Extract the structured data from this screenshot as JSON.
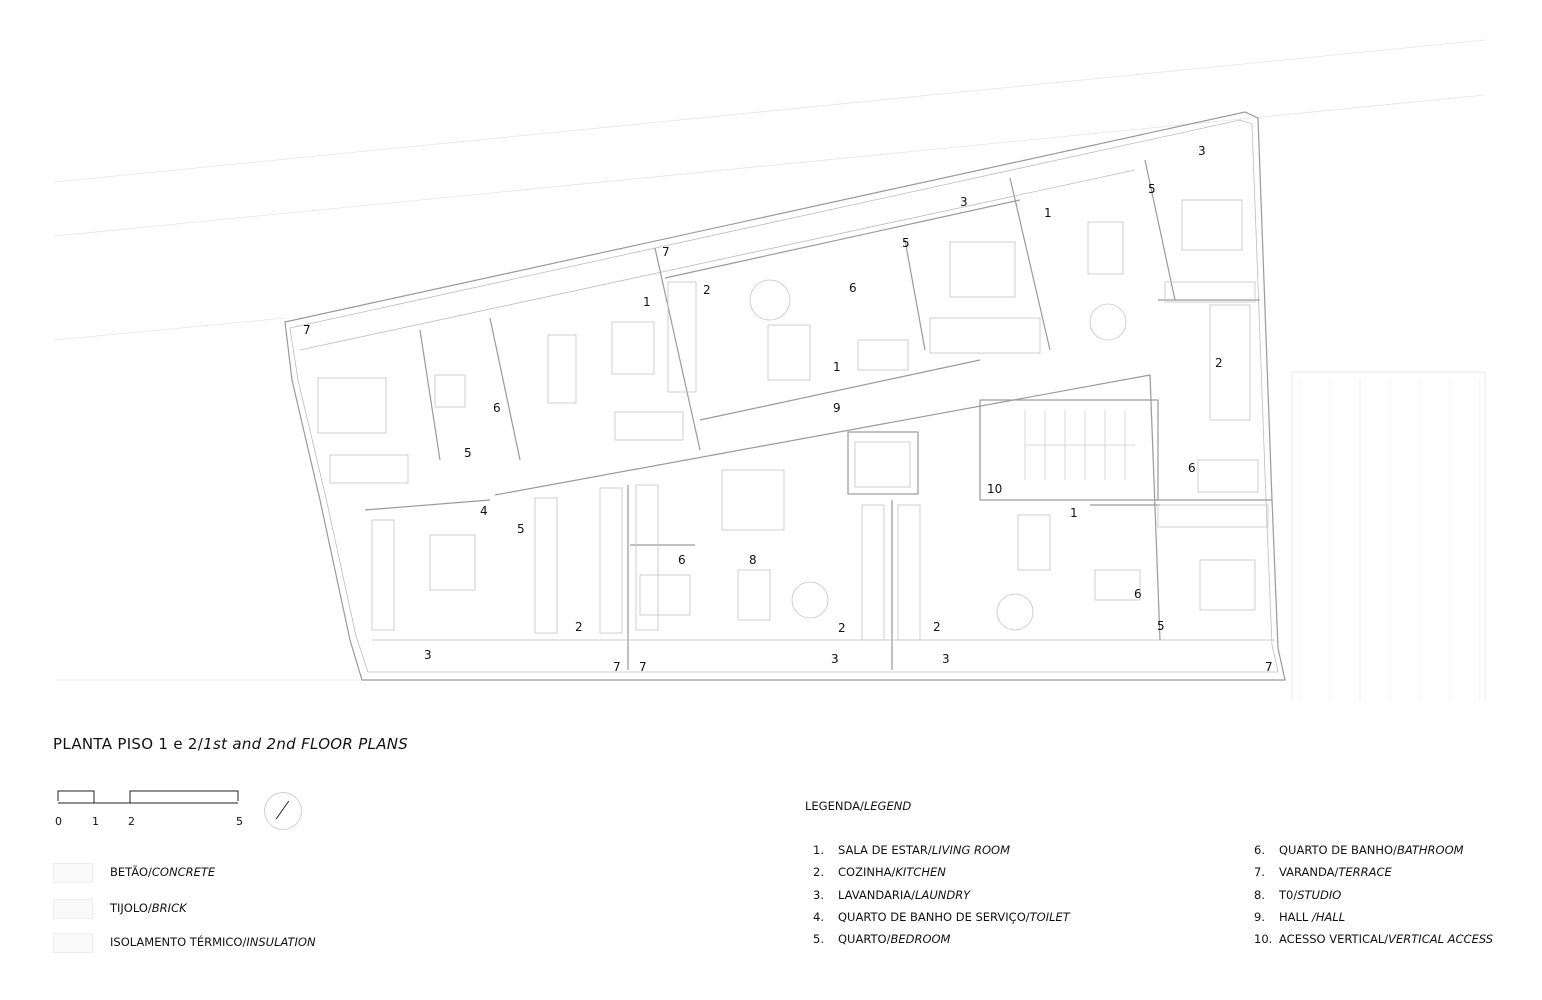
{
  "plan": {
    "title_pt": "PLANTA PISO 1 e 2/",
    "title_en": "1st and 2nd FLOOR PLANS",
    "room_numbers": [
      {
        "id": "a",
        "label": "7"
      },
      {
        "id": "b",
        "label": "7"
      },
      {
        "id": "c",
        "label": "1"
      },
      {
        "id": "d",
        "label": "2"
      },
      {
        "id": "e",
        "label": "6"
      },
      {
        "id": "f",
        "label": "3"
      },
      {
        "id": "g",
        "label": "5"
      },
      {
        "id": "h",
        "label": "1"
      },
      {
        "id": "i",
        "label": "3"
      },
      {
        "id": "j",
        "label": "5"
      },
      {
        "id": "k",
        "label": "6"
      },
      {
        "id": "l",
        "label": "1"
      },
      {
        "id": "m",
        "label": "9"
      },
      {
        "id": "n",
        "label": "2"
      },
      {
        "id": "o",
        "label": "6"
      },
      {
        "id": "p",
        "label": "5"
      },
      {
        "id": "q",
        "label": "4"
      },
      {
        "id": "r",
        "label": "5"
      },
      {
        "id": "s",
        "label": "6"
      },
      {
        "id": "t",
        "label": "8"
      },
      {
        "id": "u",
        "label": "10"
      },
      {
        "id": "v",
        "label": "1"
      },
      {
        "id": "w",
        "label": "6"
      },
      {
        "id": "x",
        "label": "2"
      },
      {
        "id": "y",
        "label": "2"
      },
      {
        "id": "z",
        "label": "2"
      },
      {
        "id": "aa",
        "label": "5"
      },
      {
        "id": "ab",
        "label": "3"
      },
      {
        "id": "ac",
        "label": "7"
      },
      {
        "id": "ad",
        "label": "7"
      },
      {
        "id": "ae",
        "label": "3"
      },
      {
        "id": "af",
        "label": "3"
      },
      {
        "id": "ag",
        "label": "7"
      }
    ]
  },
  "scale": {
    "ticks": [
      "0",
      "1",
      "2",
      "5"
    ]
  },
  "materials": [
    {
      "pt": "BETÃO/",
      "en": "CONCRETE"
    },
    {
      "pt": "TIJOLO/",
      "en": "BRICK"
    },
    {
      "pt": "ISOLAMENTO TÉRMICO/",
      "en": "INSULATION"
    }
  ],
  "legend": {
    "title_pt": "LEGENDA/",
    "title_en": "LEGEND",
    "items": [
      {
        "num": "1.",
        "pt": "SALA DE ESTAR/",
        "en": "LIVING ROOM"
      },
      {
        "num": "2.",
        "pt": "COZINHA/",
        "en": "KITCHEN"
      },
      {
        "num": "3.",
        "pt": "LAVANDARIA/",
        "en": "LAUNDRY"
      },
      {
        "num": "4.",
        "pt": "QUARTO DE BANHO DE SERVIÇO/",
        "en": "TOILET"
      },
      {
        "num": "5.",
        "pt": "QUARTO/",
        "en": "BEDROOM"
      },
      {
        "num": "6.",
        "pt": "QUARTO DE BANHO/",
        "en": "BATHROOM"
      },
      {
        "num": "7.",
        "pt": "VARANDA/",
        "en": "TERRACE"
      },
      {
        "num": "8.",
        "pt": "T0/",
        "en": "STUDIO"
      },
      {
        "num": "9.",
        "pt": "HALL ",
        "en": "/HALL"
      },
      {
        "num": "10.",
        "pt": "ACESSO VERTICAL/",
        "en": "VERTICAL ACCESS"
      }
    ]
  }
}
